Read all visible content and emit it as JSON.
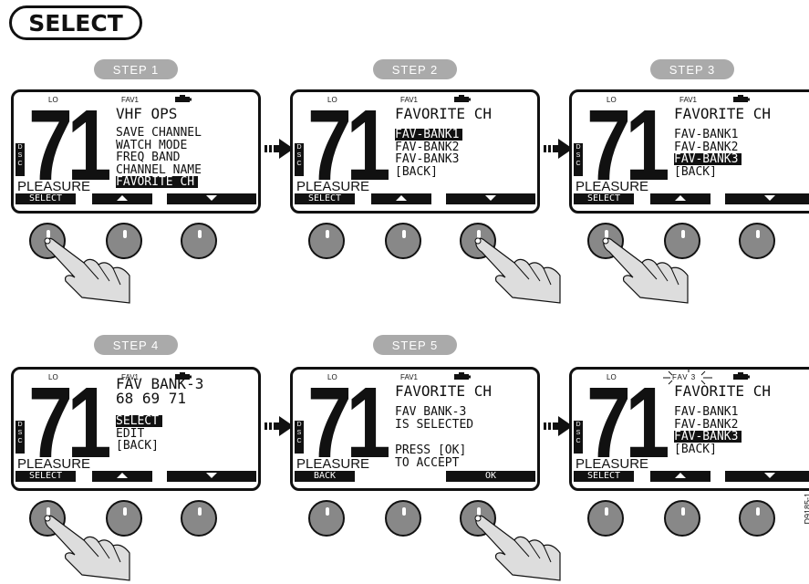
{
  "title": "SELECT",
  "doc_id": "D9185-1",
  "steps": [
    "STEP  1",
    "STEP  2",
    "STEP  3",
    "STEP  4",
    "STEP  5"
  ],
  "screen_common": {
    "lo": "LO",
    "fav": "FAV1",
    "channel": "71",
    "dsc": "DSC",
    "mode": "PLEASURE"
  },
  "screens": [
    {
      "head": "VHF OPS",
      "lines": [
        "SAVE CHANNEL",
        "WATCH MODE",
        "FREQ BAND",
        "CHANNEL NAME",
        "FAVORITE CH"
      ],
      "highlight": 4,
      "softkeys": [
        "SELECT",
        "up",
        "down"
      ]
    },
    {
      "head": "FAVORITE CH",
      "lines": [
        "FAV-BANK1",
        "FAV-BANK2",
        "FAV-BANK3",
        "[BACK]"
      ],
      "highlight": 0,
      "softkeys": [
        "SELECT",
        "up",
        "down"
      ]
    },
    {
      "head": "FAVORITE CH",
      "lines": [
        "FAV-BANK1",
        "FAV-BANK2",
        "FAV-BANK3",
        "[BACK]"
      ],
      "highlight": 2,
      "softkeys": [
        "SELECT",
        "up",
        "down"
      ]
    },
    {
      "head": "FAV BANK-3",
      "head2": "68 69 71",
      "lines": [
        "SELECT",
        "EDIT",
        "[BACK]"
      ],
      "highlight": 0,
      "softkeys": [
        "SELECT",
        "up",
        "down"
      ]
    },
    {
      "head": "FAVORITE CH",
      "lines": [
        "FAV BANK-3",
        "IS SELECTED",
        "",
        "PRESS [OK]",
        "TO ACCEPT"
      ],
      "highlight": -1,
      "softkeys": [
        "BACK",
        "",
        "OK"
      ]
    },
    {
      "head": "FAVORITE CH",
      "fav_flash": "FAV 3",
      "lines": [
        "FAV-BANK1",
        "FAV-BANK2",
        "FAV-BANK3",
        "[BACK]"
      ],
      "highlight": 2,
      "softkeys": [
        "SELECT",
        "up",
        "down"
      ]
    }
  ],
  "colors": {
    "ink": "#111111",
    "step_pill": "#aaaaaa",
    "knob": "#888888"
  },
  "icons": [
    "battery-icon",
    "arrow-right-icon",
    "pressing-hand-icon"
  ]
}
